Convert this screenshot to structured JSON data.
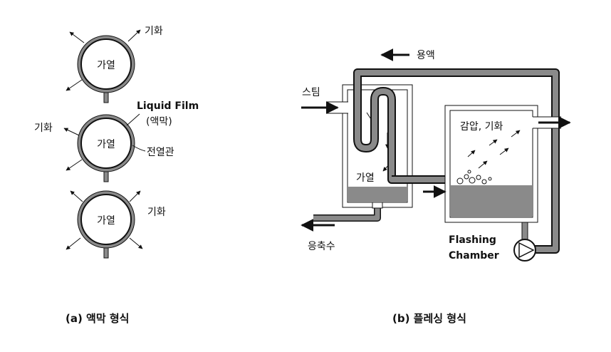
{
  "panel_a": {
    "tube_labels": [
      "가열",
      "가열",
      "가열"
    ],
    "vapor_label_top": "기화",
    "vapor_label_mid": "기화",
    "vapor_label_bottom": "기화",
    "film_label": "Liquid Film",
    "film_label_kr": "(액막)",
    "tube_wall_label": "전열관",
    "caption": "(a) 액막 형식"
  },
  "panel_b": {
    "solution_label": "용액",
    "steam_label": "스팀",
    "heating_label": "가열",
    "condensate_label": "응축수",
    "decompress_label": "감압, 기화",
    "chamber_label_1": "Flashing",
    "chamber_label_2": "Chamber",
    "caption": "(b) 플레싱 형식"
  },
  "colors": {
    "tube_fill": "#8a8a8a",
    "liquid_fill": "#8a8a8a",
    "line": "#111111"
  }
}
